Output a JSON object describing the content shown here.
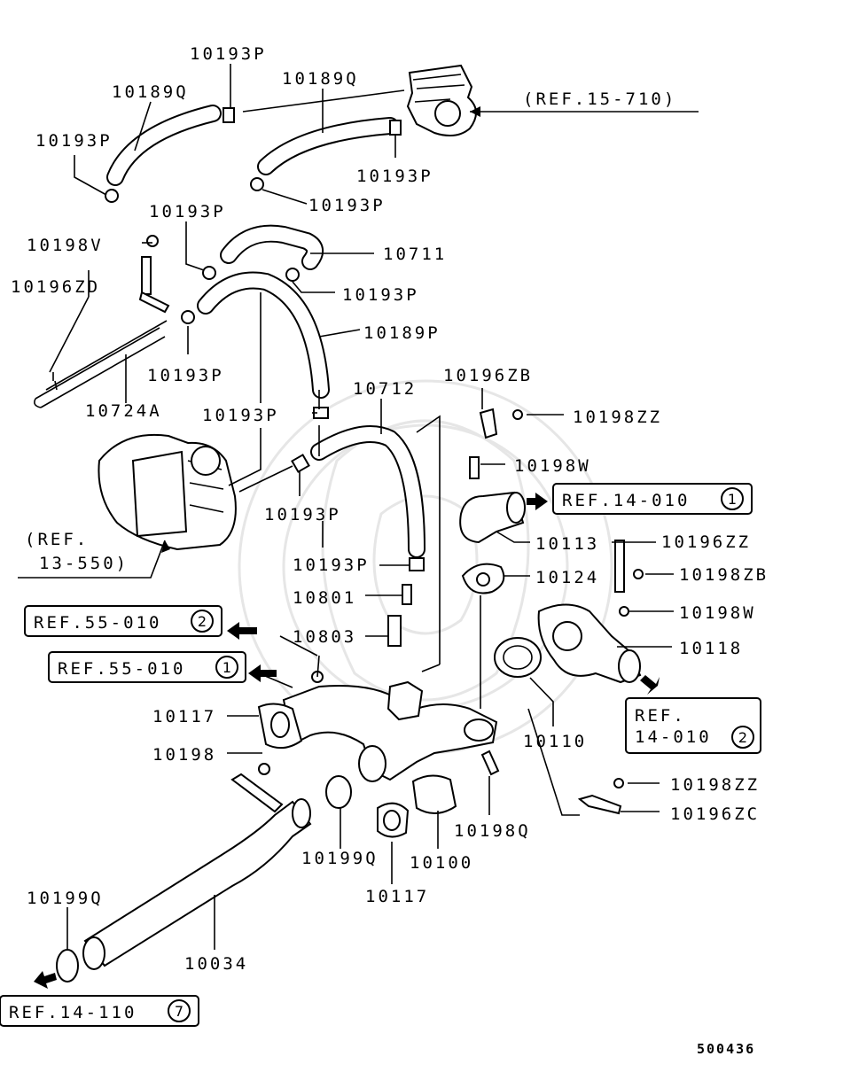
{
  "parts": [
    {
      "id": "p1",
      "label": "10193P"
    },
    {
      "id": "p2",
      "label": "10189Q"
    },
    {
      "id": "p3",
      "label": "10189Q"
    },
    {
      "id": "p4",
      "label": "10193P"
    },
    {
      "id": "p5",
      "label": "10193P"
    },
    {
      "id": "p6",
      "label": "10193P"
    },
    {
      "id": "p7",
      "label": "10193P"
    },
    {
      "id": "p8",
      "label": "10198V"
    },
    {
      "id": "p9",
      "label": "10711"
    },
    {
      "id": "p10",
      "label": "10196ZD"
    },
    {
      "id": "p11",
      "label": "10193P"
    },
    {
      "id": "p12",
      "label": "10189P"
    },
    {
      "id": "p13",
      "label": "10193P"
    },
    {
      "id": "p14",
      "label": "10724A"
    },
    {
      "id": "p15",
      "label": "10712"
    },
    {
      "id": "p16",
      "label": "10196ZB"
    },
    {
      "id": "p17",
      "label": "10193P"
    },
    {
      "id": "p18",
      "label": "10198ZZ"
    },
    {
      "id": "p19",
      "label": "10198W"
    },
    {
      "id": "p20",
      "label": "10193P"
    },
    {
      "id": "p21",
      "label": "10113"
    },
    {
      "id": "p22",
      "label": "10196ZZ"
    },
    {
      "id": "p23",
      "label": "10193P"
    },
    {
      "id": "p24",
      "label": "10124"
    },
    {
      "id": "p25",
      "label": "10198ZB"
    },
    {
      "id": "p26",
      "label": "10801"
    },
    {
      "id": "p27",
      "label": "10198W"
    },
    {
      "id": "p28",
      "label": "10803"
    },
    {
      "id": "p29",
      "label": "10118"
    },
    {
      "id": "p30",
      "label": "10117"
    },
    {
      "id": "p31",
      "label": "10110"
    },
    {
      "id": "p32",
      "label": "10198"
    },
    {
      "id": "p33",
      "label": "10198ZZ"
    },
    {
      "id": "p34",
      "label": "10196ZC"
    },
    {
      "id": "p35",
      "label": "10198Q"
    },
    {
      "id": "p36",
      "label": "10199Q"
    },
    {
      "id": "p37",
      "label": "10100"
    },
    {
      "id": "p38",
      "label": "10117"
    },
    {
      "id": "p39",
      "label": "10199Q"
    },
    {
      "id": "p40",
      "label": "10034"
    }
  ],
  "refs": {
    "r15_710": "(REF.15-710)",
    "r13_550_a": "(REF.",
    "r13_550_b": "13-550)",
    "r55_010_2": {
      "text": "REF.55-010",
      "circle": "2"
    },
    "r55_010_1": {
      "text": "REF.55-010",
      "circle": "1"
    },
    "r14_010_1": {
      "text": "REF.14-010",
      "circle": "1"
    },
    "r14_010_2": {
      "line1": "REF.",
      "line2": "14-010",
      "circle": "2"
    },
    "r14_110_7": {
      "text": "REF.14-110",
      "circle": "7"
    }
  },
  "diagram_code": "500436"
}
